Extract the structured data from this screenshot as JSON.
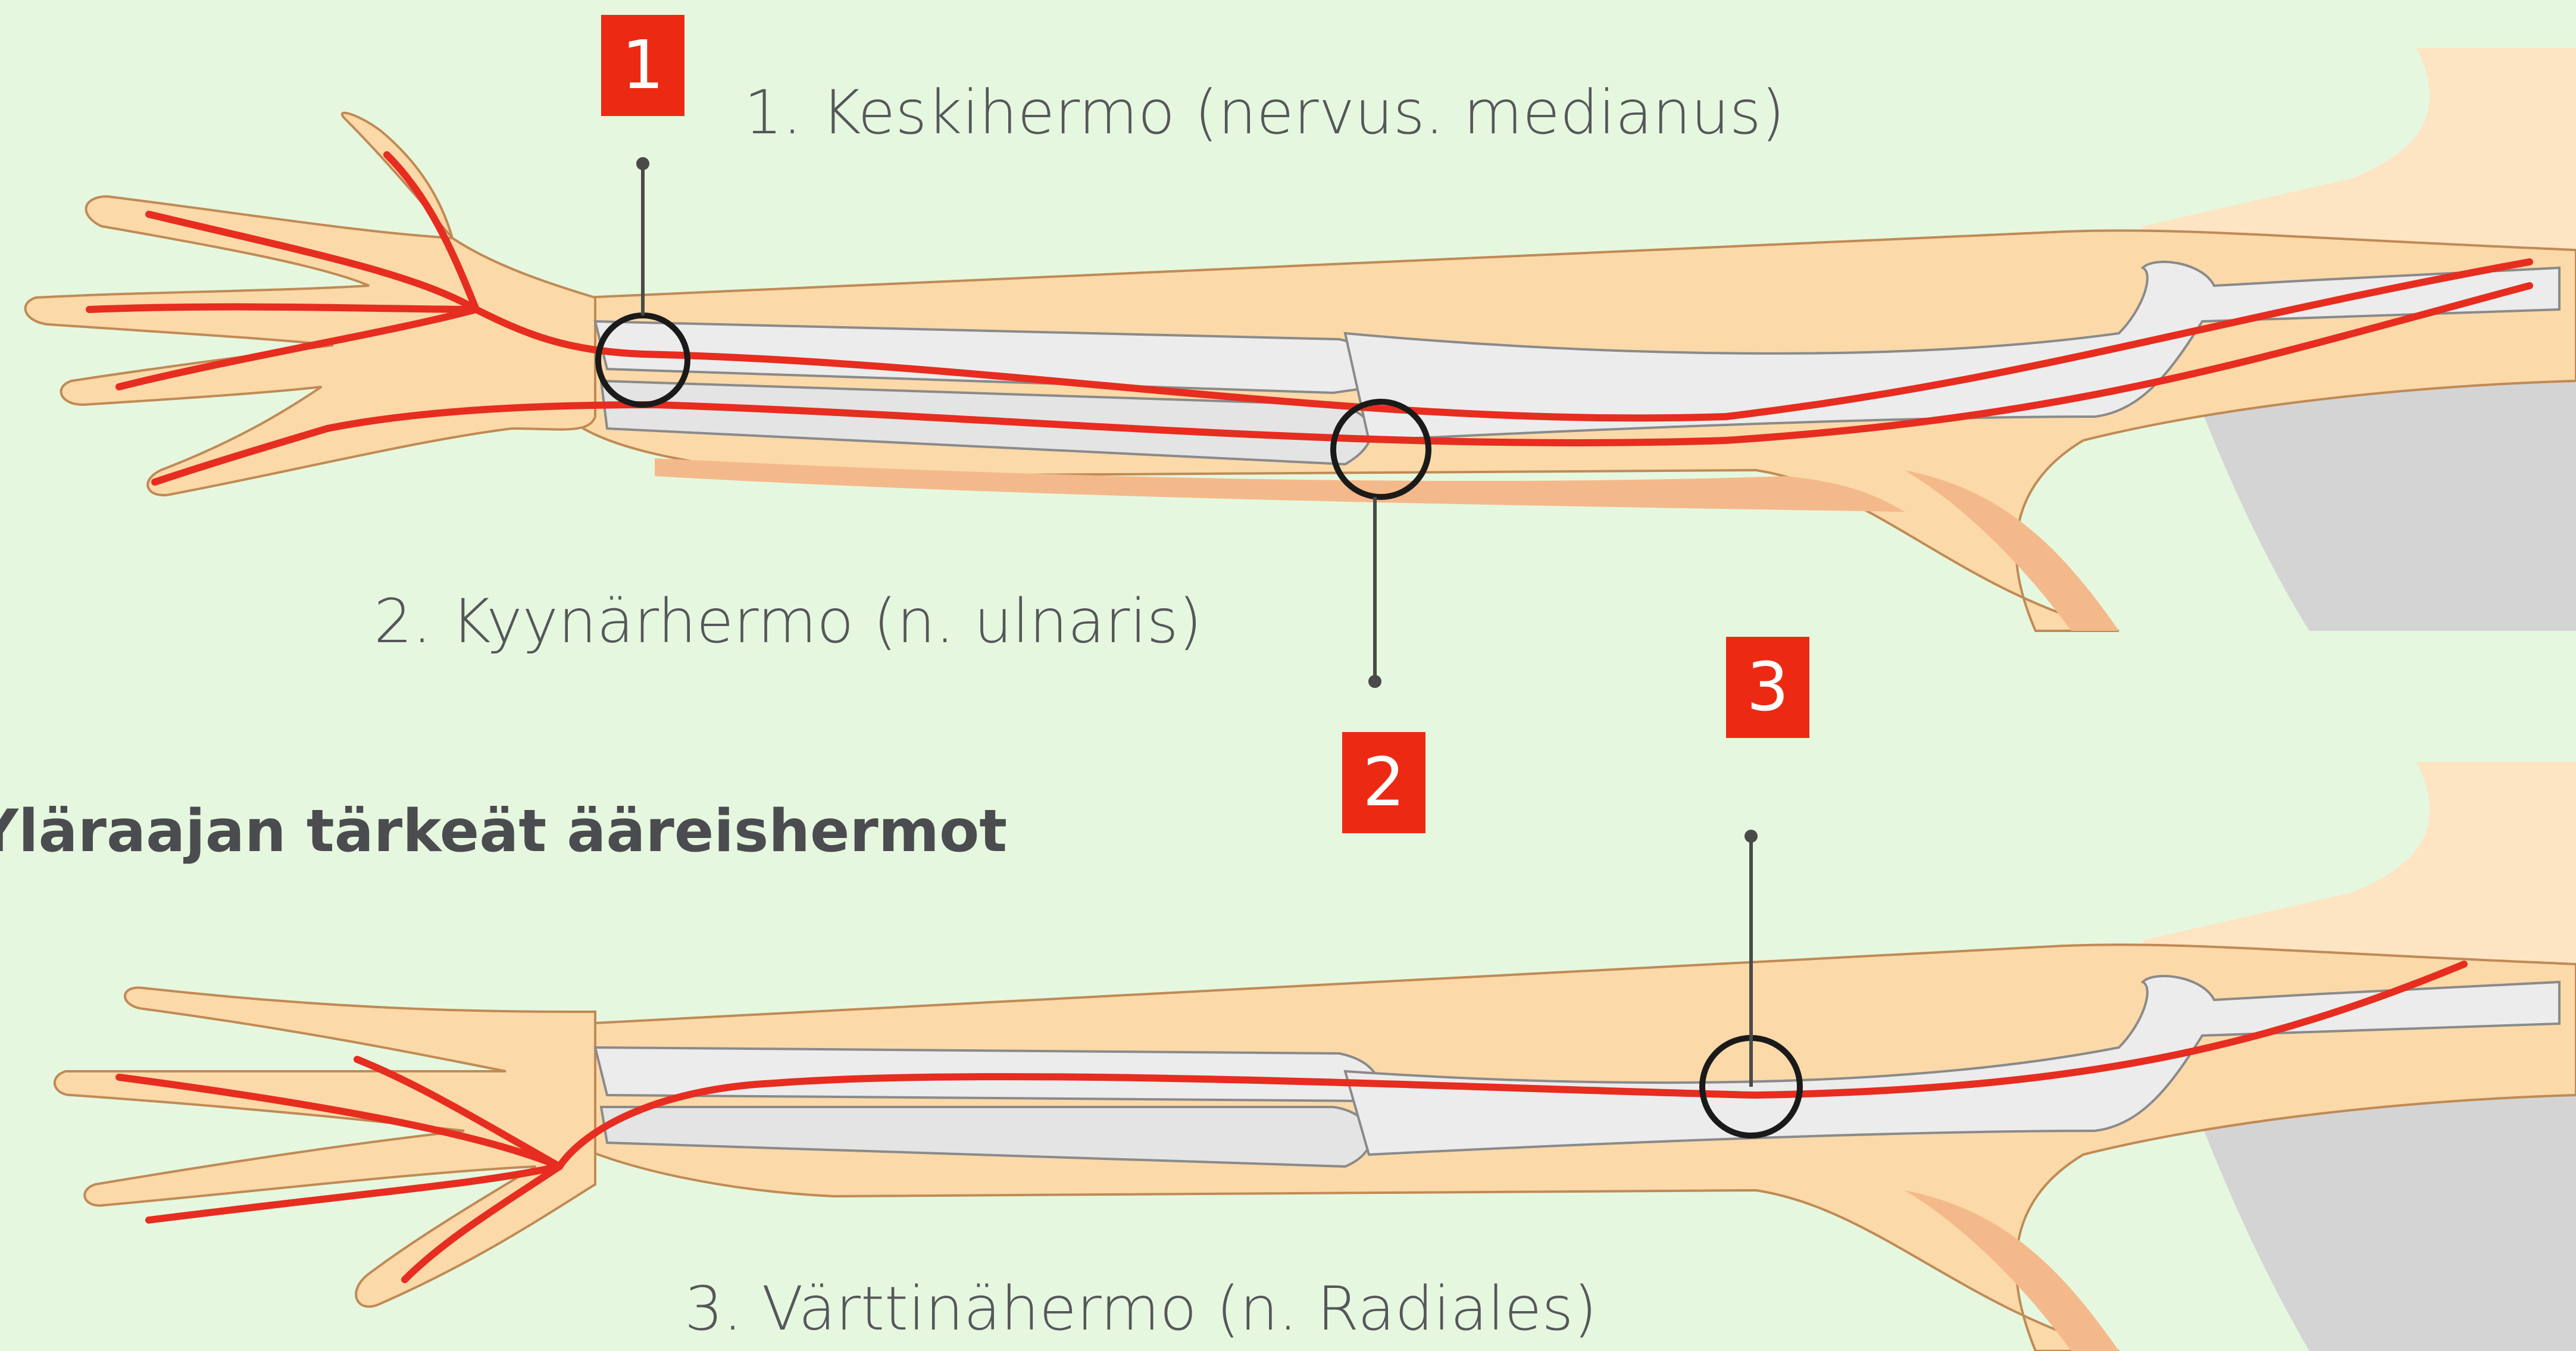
{
  "title": "Yläraajan tärkeät ääreishermot",
  "badges": {
    "one": "1",
    "two": "2",
    "three": "3"
  },
  "nerves": [
    {
      "label": "1. Keskihermo (nervus. medianus)"
    },
    {
      "label": "2. Kyynärhermo (n. ulnaris)"
    },
    {
      "label": "3. Värttinähermo (n. Radiales)"
    }
  ],
  "colors": {
    "background": "#e6f7df",
    "skin": "#fbd9a8",
    "skin_shadow": "#f4b98b",
    "bone": "#ececec",
    "nerve": "#e62d20",
    "badge": "#ec2a14",
    "text": "#55575a",
    "torso": "#d4d4d4"
  }
}
